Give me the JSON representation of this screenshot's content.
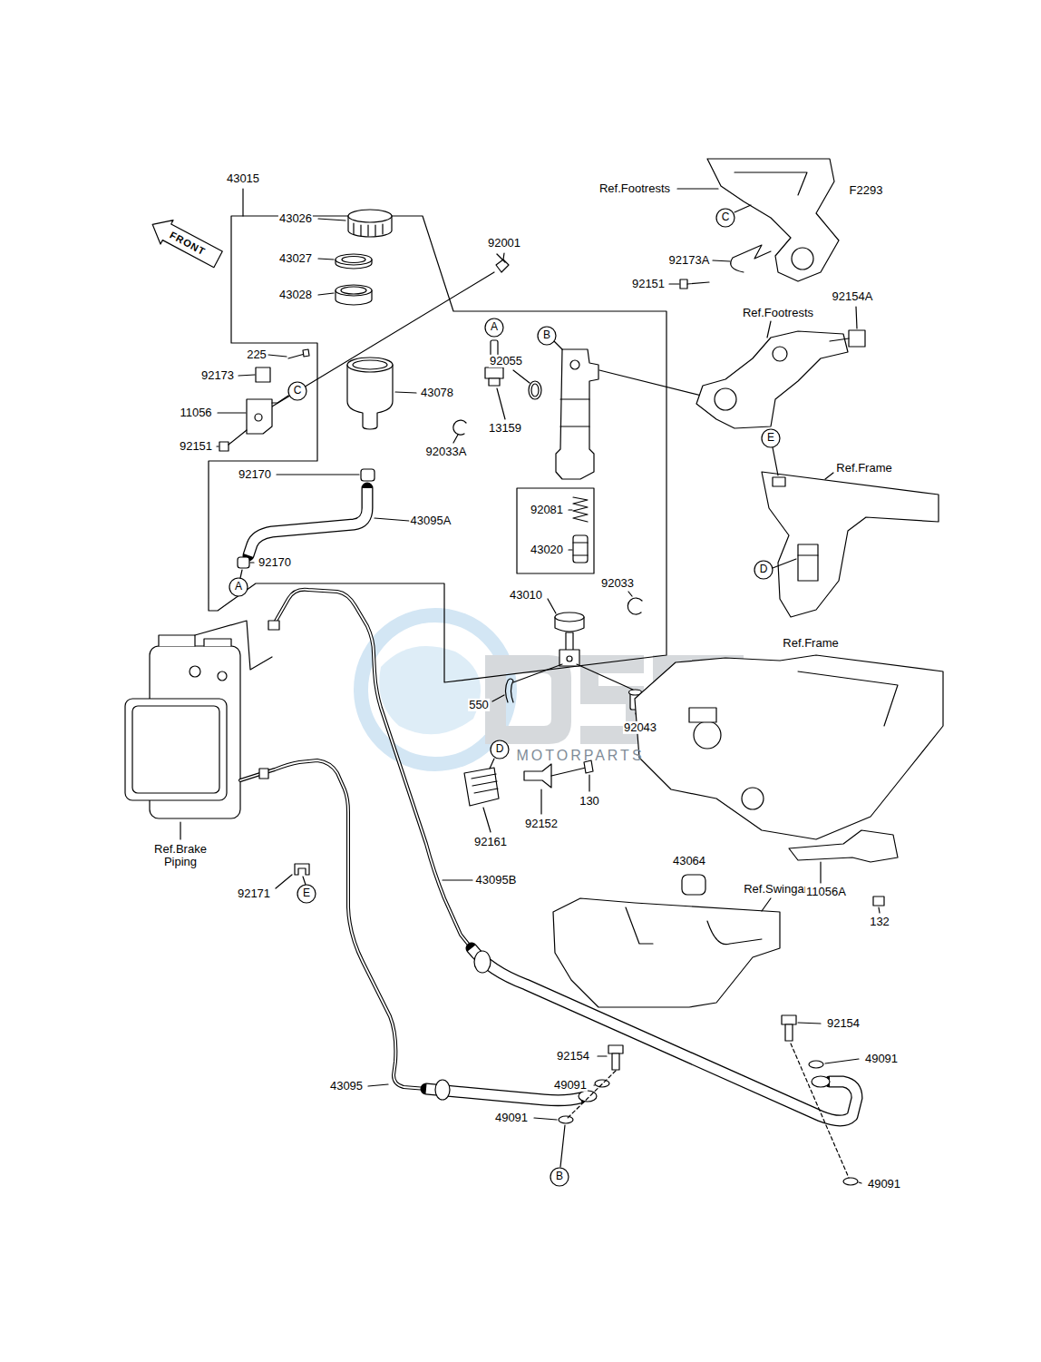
{
  "diagram": {
    "nodes": [
      {
        "text": [
          "C"
        ]
      },
      {
        "text": [
          "A"
        ]
      },
      {
        "text": [
          "B"
        ]
      },
      {
        "text": [
          "C"
        ]
      },
      {
        "text": [
          "E"
        ]
      },
      {
        "text": [
          "D"
        ]
      },
      {
        "text": [
          "A"
        ]
      },
      {
        "text": [
          "D"
        ]
      },
      {
        "text": [
          "E"
        ]
      },
      {
        "text": [
          "B"
        ]
      }
    ],
    "labels": [
      "Ref.Footrests",
      "F2293",
      "43015",
      "43026",
      "FRONT",
      "92173A",
      "92001",
      "43027",
      "92151",
      "43028",
      "92154A",
      "Ref.Footrests",
      "225",
      "92055",
      "92173",
      "43078",
      "11056",
      "13159",
      "92151",
      "92033A",
      "Ref.Frame",
      "92170",
      "92081",
      "43095A",
      "43020",
      "92170",
      "92033",
      "43010",
      "Ref.Frame",
      "550",
      "92043",
      "MOTORPARTS",
      "130",
      "92152",
      "92161",
      "Ref.Brake Piping",
      "43095B",
      "43064",
      "Ref.Swingarm",
      "11056A",
      "92171",
      "132",
      "92154",
      "92154",
      "49091",
      "43095",
      "49091",
      "49091",
      "49091"
    ]
  }
}
